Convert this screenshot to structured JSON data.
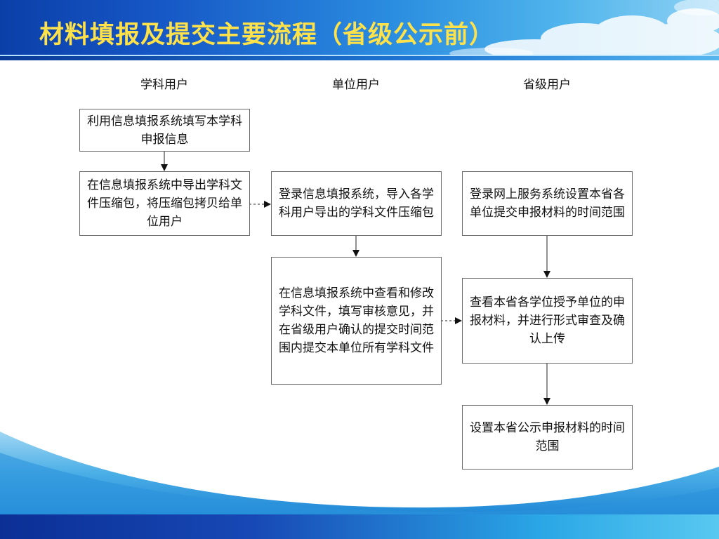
{
  "title": "材料填报及提交主要流程（省级公示前）",
  "columns": {
    "subject_user": "学科用户",
    "unit_user": "单位用户",
    "province_user": "省级用户"
  },
  "steps": {
    "subject_fill": "利用信息填报系统填写本学科申报信息",
    "subject_export": "在信息填报系统中导出学科文件压缩包，将压缩包拷贝给单位用户",
    "unit_import": "登录信息填报系统，导入各学科用户导出的学科文件压缩包",
    "unit_review": "在信息填报系统中查看和修改学科文件，填写审核意见，并在省级用户确认的提交时间范围内提交本单位所有学科文件",
    "province_set_submit_time": "登录网上服务系统设置本省各单位提交申报材料的时间范围",
    "province_check": "查看本省各学位授予单位的申报材料，并进行形式审查及确认上传",
    "province_set_publicity_time": "设置本省公示申报材料的时间范围"
  },
  "colors": {
    "title_text": "#ffe14a",
    "banner_dark": "#0b3fa8",
    "banner_light": "#8fd2f4",
    "box_border": "#6a6a6a"
  }
}
